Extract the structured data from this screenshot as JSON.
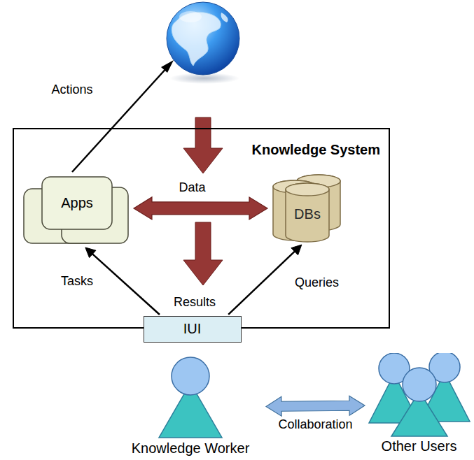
{
  "diagram": {
    "nodes": [
      {
        "text": [
          "Knowledge System"
        ]
      },
      {
        "text": [
          "Apps"
        ],
        "in": 0
      },
      {
        "text": [
          "DBs"
        ],
        "in": 0
      },
      {
        "text": [
          "IUI"
        ]
      },
      {
        "text": [
          "Knowledge Worker"
        ]
      },
      {
        "text": [
          "Other Users"
        ]
      }
    ],
    "edges": [
      {
        "from": 3,
        "to": 1,
        "label": "Tasks",
        "arrow": "to"
      },
      {
        "from": 3,
        "to": 2,
        "label": "Queries",
        "arrow": "to"
      },
      {
        "from": 1,
        "to": 2,
        "label": "Data",
        "arrow": "both"
      },
      {
        "from": 4,
        "to": 5,
        "label": "Collaboration",
        "arrow": "both"
      }
    ],
    "labels": [
      "Actions",
      "Results"
    ]
  }
}
